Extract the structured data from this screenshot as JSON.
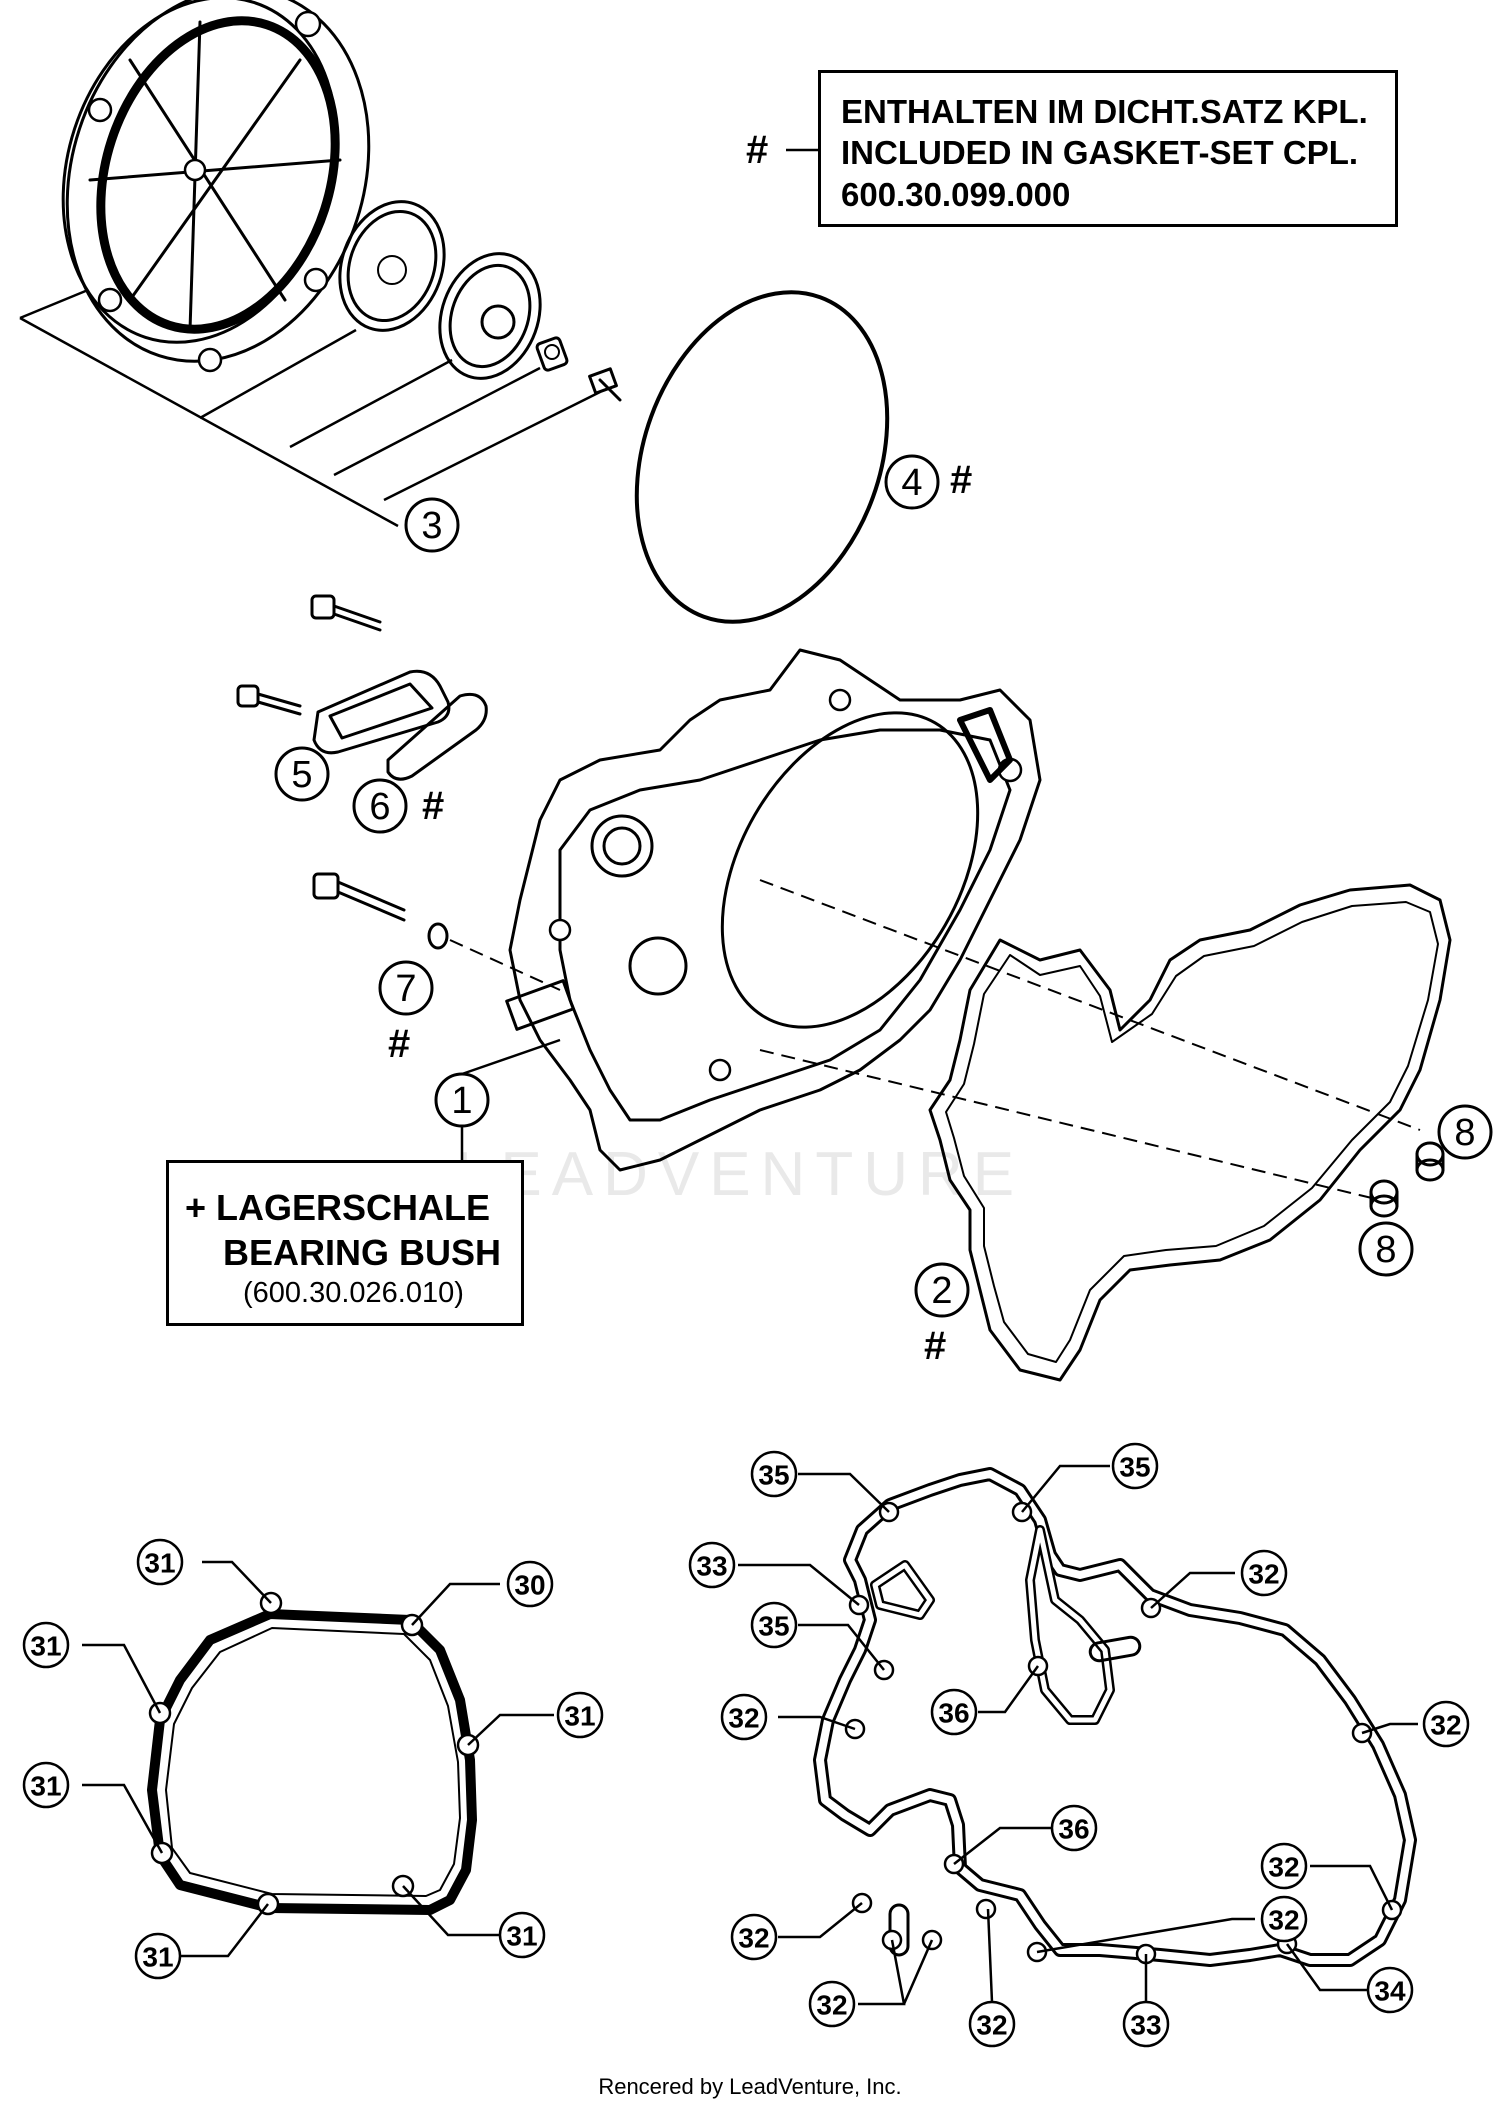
{
  "notes": {
    "gasket_set": {
      "symbol": "#",
      "line1": "ENTHALTEN IM DICHT.SATZ KPL.",
      "line2": "INCLUDED IN GASKET-SET CPL.",
      "line3": "600.30.099.000"
    },
    "bearing_bush": {
      "line1": "+ LAGERSCHALE",
      "line2": "BEARING BUSH",
      "line3": "(600.30.026.010)"
    }
  },
  "hash_symbol": "#",
  "callouts": {
    "main": [
      {
        "id": "c1",
        "label": "1"
      },
      {
        "id": "c2",
        "label": "2"
      },
      {
        "id": "c3",
        "label": "3"
      },
      {
        "id": "c4",
        "label": "4"
      },
      {
        "id": "c5",
        "label": "5"
      },
      {
        "id": "c6",
        "label": "6"
      },
      {
        "id": "c7",
        "label": "7"
      },
      {
        "id": "c8a",
        "label": "8"
      },
      {
        "id": "c8b",
        "label": "8"
      }
    ],
    "cover_gasket": [
      {
        "id": "g31a",
        "label": "31"
      },
      {
        "id": "g30",
        "label": "30"
      },
      {
        "id": "g31b",
        "label": "31"
      },
      {
        "id": "g31c",
        "label": "31"
      },
      {
        "id": "g31d",
        "label": "31"
      },
      {
        "id": "g31e",
        "label": "31"
      },
      {
        "id": "g31f",
        "label": "31"
      }
    ],
    "crankcase_gasket": [
      {
        "id": "k35a",
        "label": "35"
      },
      {
        "id": "k35b",
        "label": "35"
      },
      {
        "id": "k33a",
        "label": "33"
      },
      {
        "id": "k32a",
        "label": "32"
      },
      {
        "id": "k35c",
        "label": "35"
      },
      {
        "id": "k36a",
        "label": "36"
      },
      {
        "id": "k32b",
        "label": "32"
      },
      {
        "id": "k32c",
        "label": "32"
      },
      {
        "id": "k36b",
        "label": "36"
      },
      {
        "id": "k32d",
        "label": "32"
      },
      {
        "id": "k32e",
        "label": "32"
      },
      {
        "id": "k32f",
        "label": "32"
      },
      {
        "id": "k32g",
        "label": "32"
      },
      {
        "id": "k32h",
        "label": "32"
      },
      {
        "id": "k33b",
        "label": "33"
      },
      {
        "id": "k34",
        "label": "34"
      }
    ]
  },
  "watermark": "LEADVENTURE",
  "footer": {
    "credit": "Rencered by LeadVenture, Inc."
  }
}
